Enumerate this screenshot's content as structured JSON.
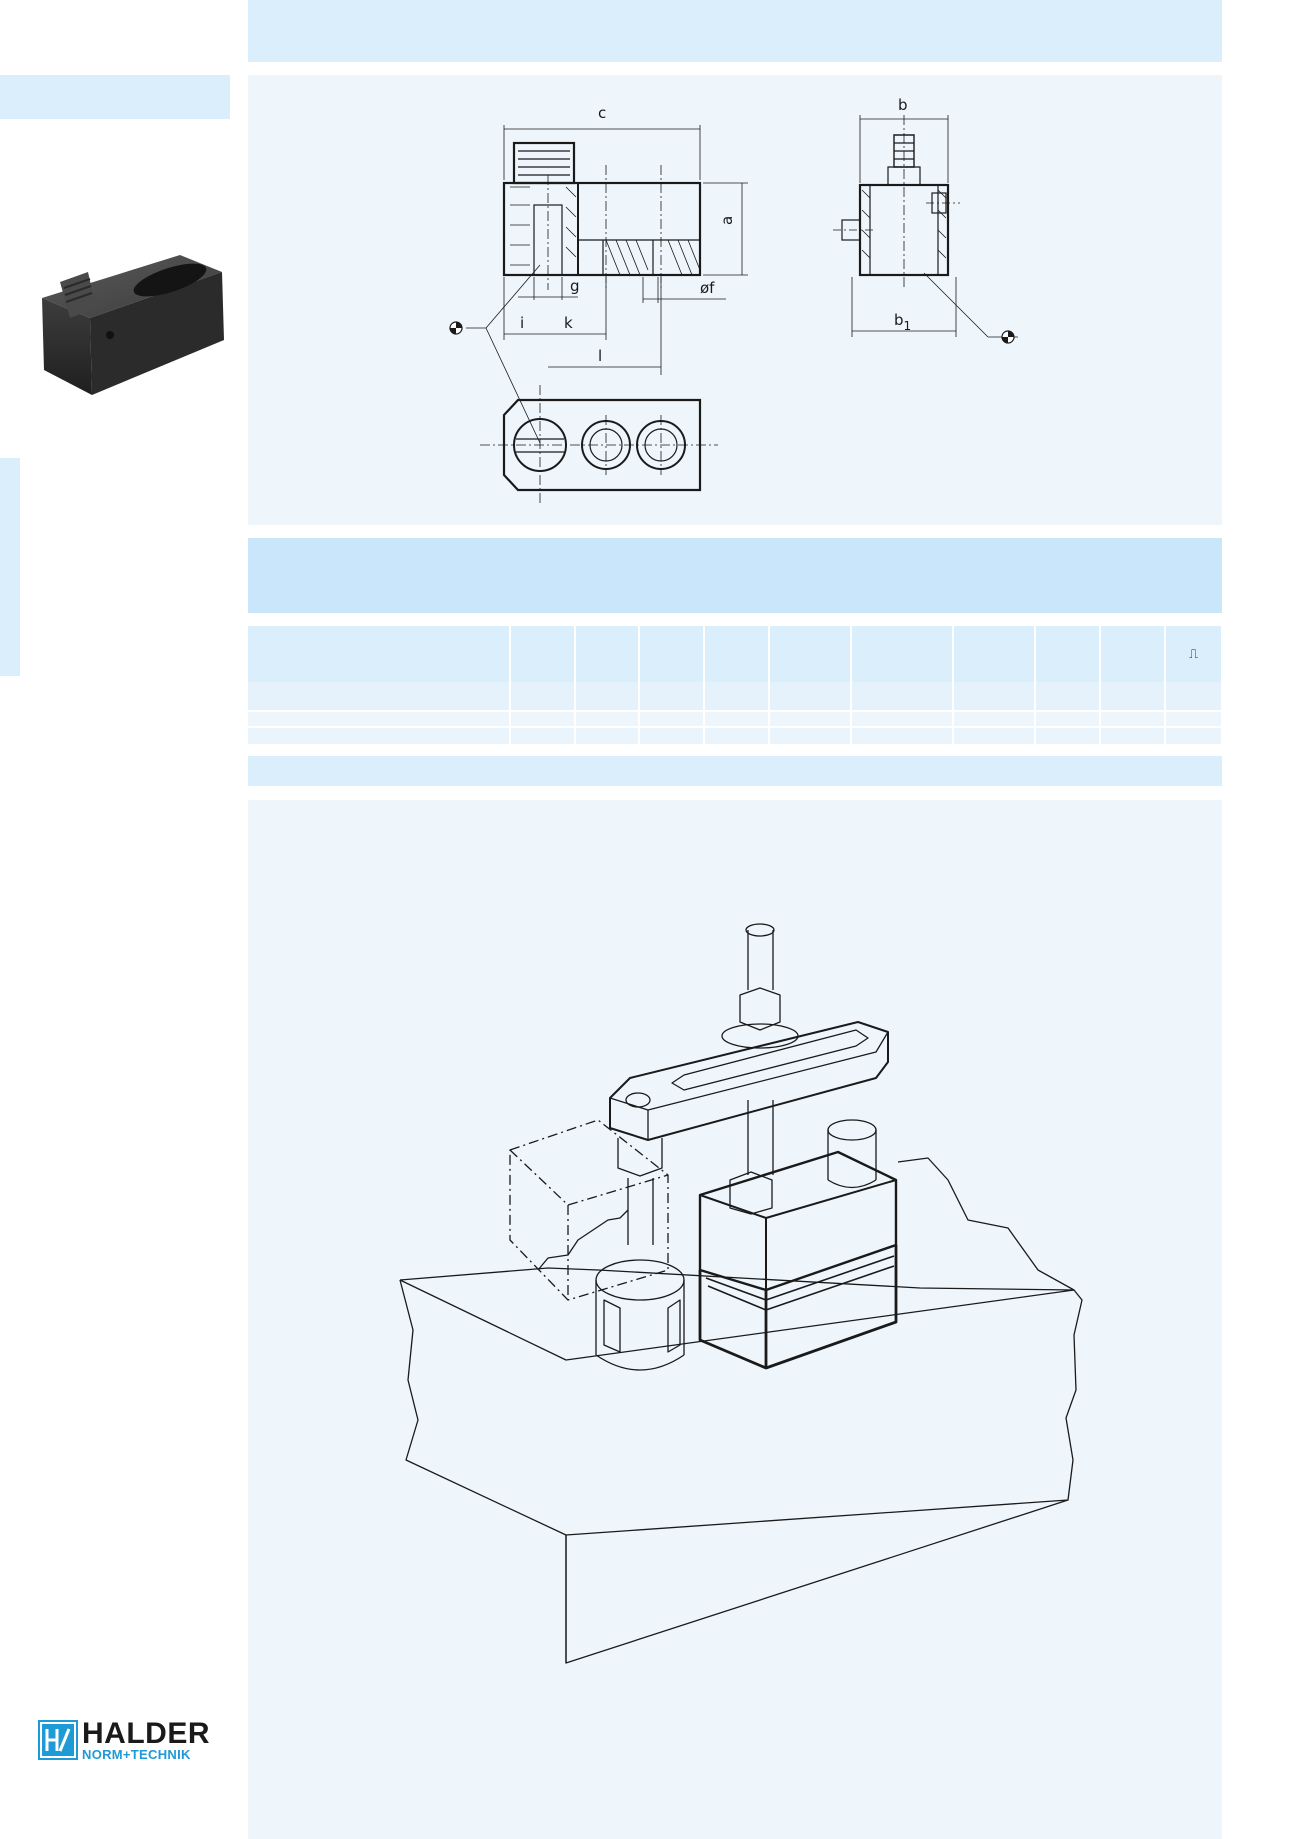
{
  "drawing": {
    "labels": {
      "c": "c",
      "a": "a",
      "g": "g",
      "f": "øf",
      "i": "i",
      "k": "k",
      "l": "l",
      "b": "b",
      "b1_main": "b",
      "b1_sub": "1"
    }
  },
  "table": {
    "columns": [
      "",
      "",
      "",
      "",
      "",
      "",
      "",
      "",
      "",
      "",
      "⎍"
    ],
    "rows": [
      [
        "",
        "",
        "",
        "",
        "",
        "",
        "",
        "",
        "",
        "",
        ""
      ],
      [
        "",
        "",
        "",
        "",
        "",
        "",
        "",
        "",
        "",
        "",
        ""
      ],
      [
        "",
        "",
        "",
        "",
        "",
        "",
        "",
        "",
        "",
        "",
        ""
      ]
    ]
  },
  "brand": {
    "name": "HALDER",
    "subtitle": "NORM+TECHNIK"
  },
  "colors": {
    "panel_light": "#eef6fc",
    "band": "#dbeefb",
    "section": "#c9e6fb",
    "brand_blue": "#1e9ad6"
  }
}
